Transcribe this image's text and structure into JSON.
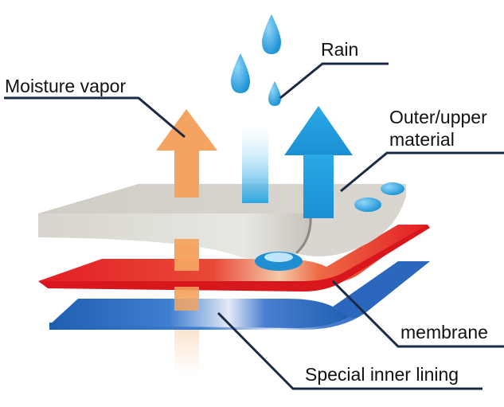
{
  "labels": {
    "rain": "Rain",
    "moisture_vapor": "Moisture vapor",
    "outer_upper_line1": "Outer/upper",
    "outer_upper_line2": "material",
    "membrane": "membrane",
    "special_inner_lining": "Special inner lining"
  },
  "colors": {
    "outer_material": "#d2d0c8",
    "membrane_red": "#e31e24",
    "inner_lining_blue": "#1f5fb0",
    "rain_arrow": "#1da1e0",
    "vapor_arrow": "#f4a460",
    "leader_line": "#1a2a44"
  }
}
